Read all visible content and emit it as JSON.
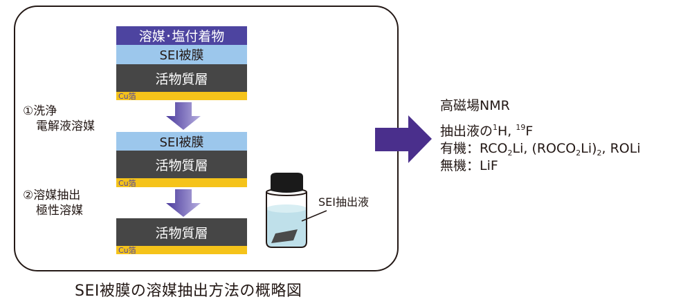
{
  "diagram": {
    "layers": {
      "deposit": "溶媒･塩付着物",
      "sei": "SEI被膜",
      "active": "活物質層",
      "cu_foil": "Cu箔"
    },
    "steps": [
      {
        "line1": "①洗浄",
        "line2": "電解液溶媒"
      },
      {
        "line1": "②溶媒抽出",
        "line2": "極性溶媒"
      }
    ],
    "vial_label": "SEI抽出液",
    "caption": "SEI被膜の溶媒抽出方法の概略図",
    "nmr": {
      "title": "高磁場NMR",
      "line1_prefix": "抽出液の",
      "line1_iso1_mass": "1",
      "line1_iso1": "H, ",
      "line1_iso2_mass": "19",
      "line1_iso2": "F",
      "organic_label": "有機：",
      "organic_parts": [
        "RCO",
        "2",
        "Li, (ROCO",
        "2",
        "Li)",
        "2",
        ", ROLi"
      ],
      "inorganic_label": "無機：",
      "inorganic_value": "LiF"
    },
    "colors": {
      "deposit": "#4d44a0",
      "sei": "#9cc7ec",
      "active": "#464646",
      "cu_foil": "#f5c31a",
      "big_arrow": "#4a2f8c",
      "liquid": "#bfe0ea"
    }
  }
}
